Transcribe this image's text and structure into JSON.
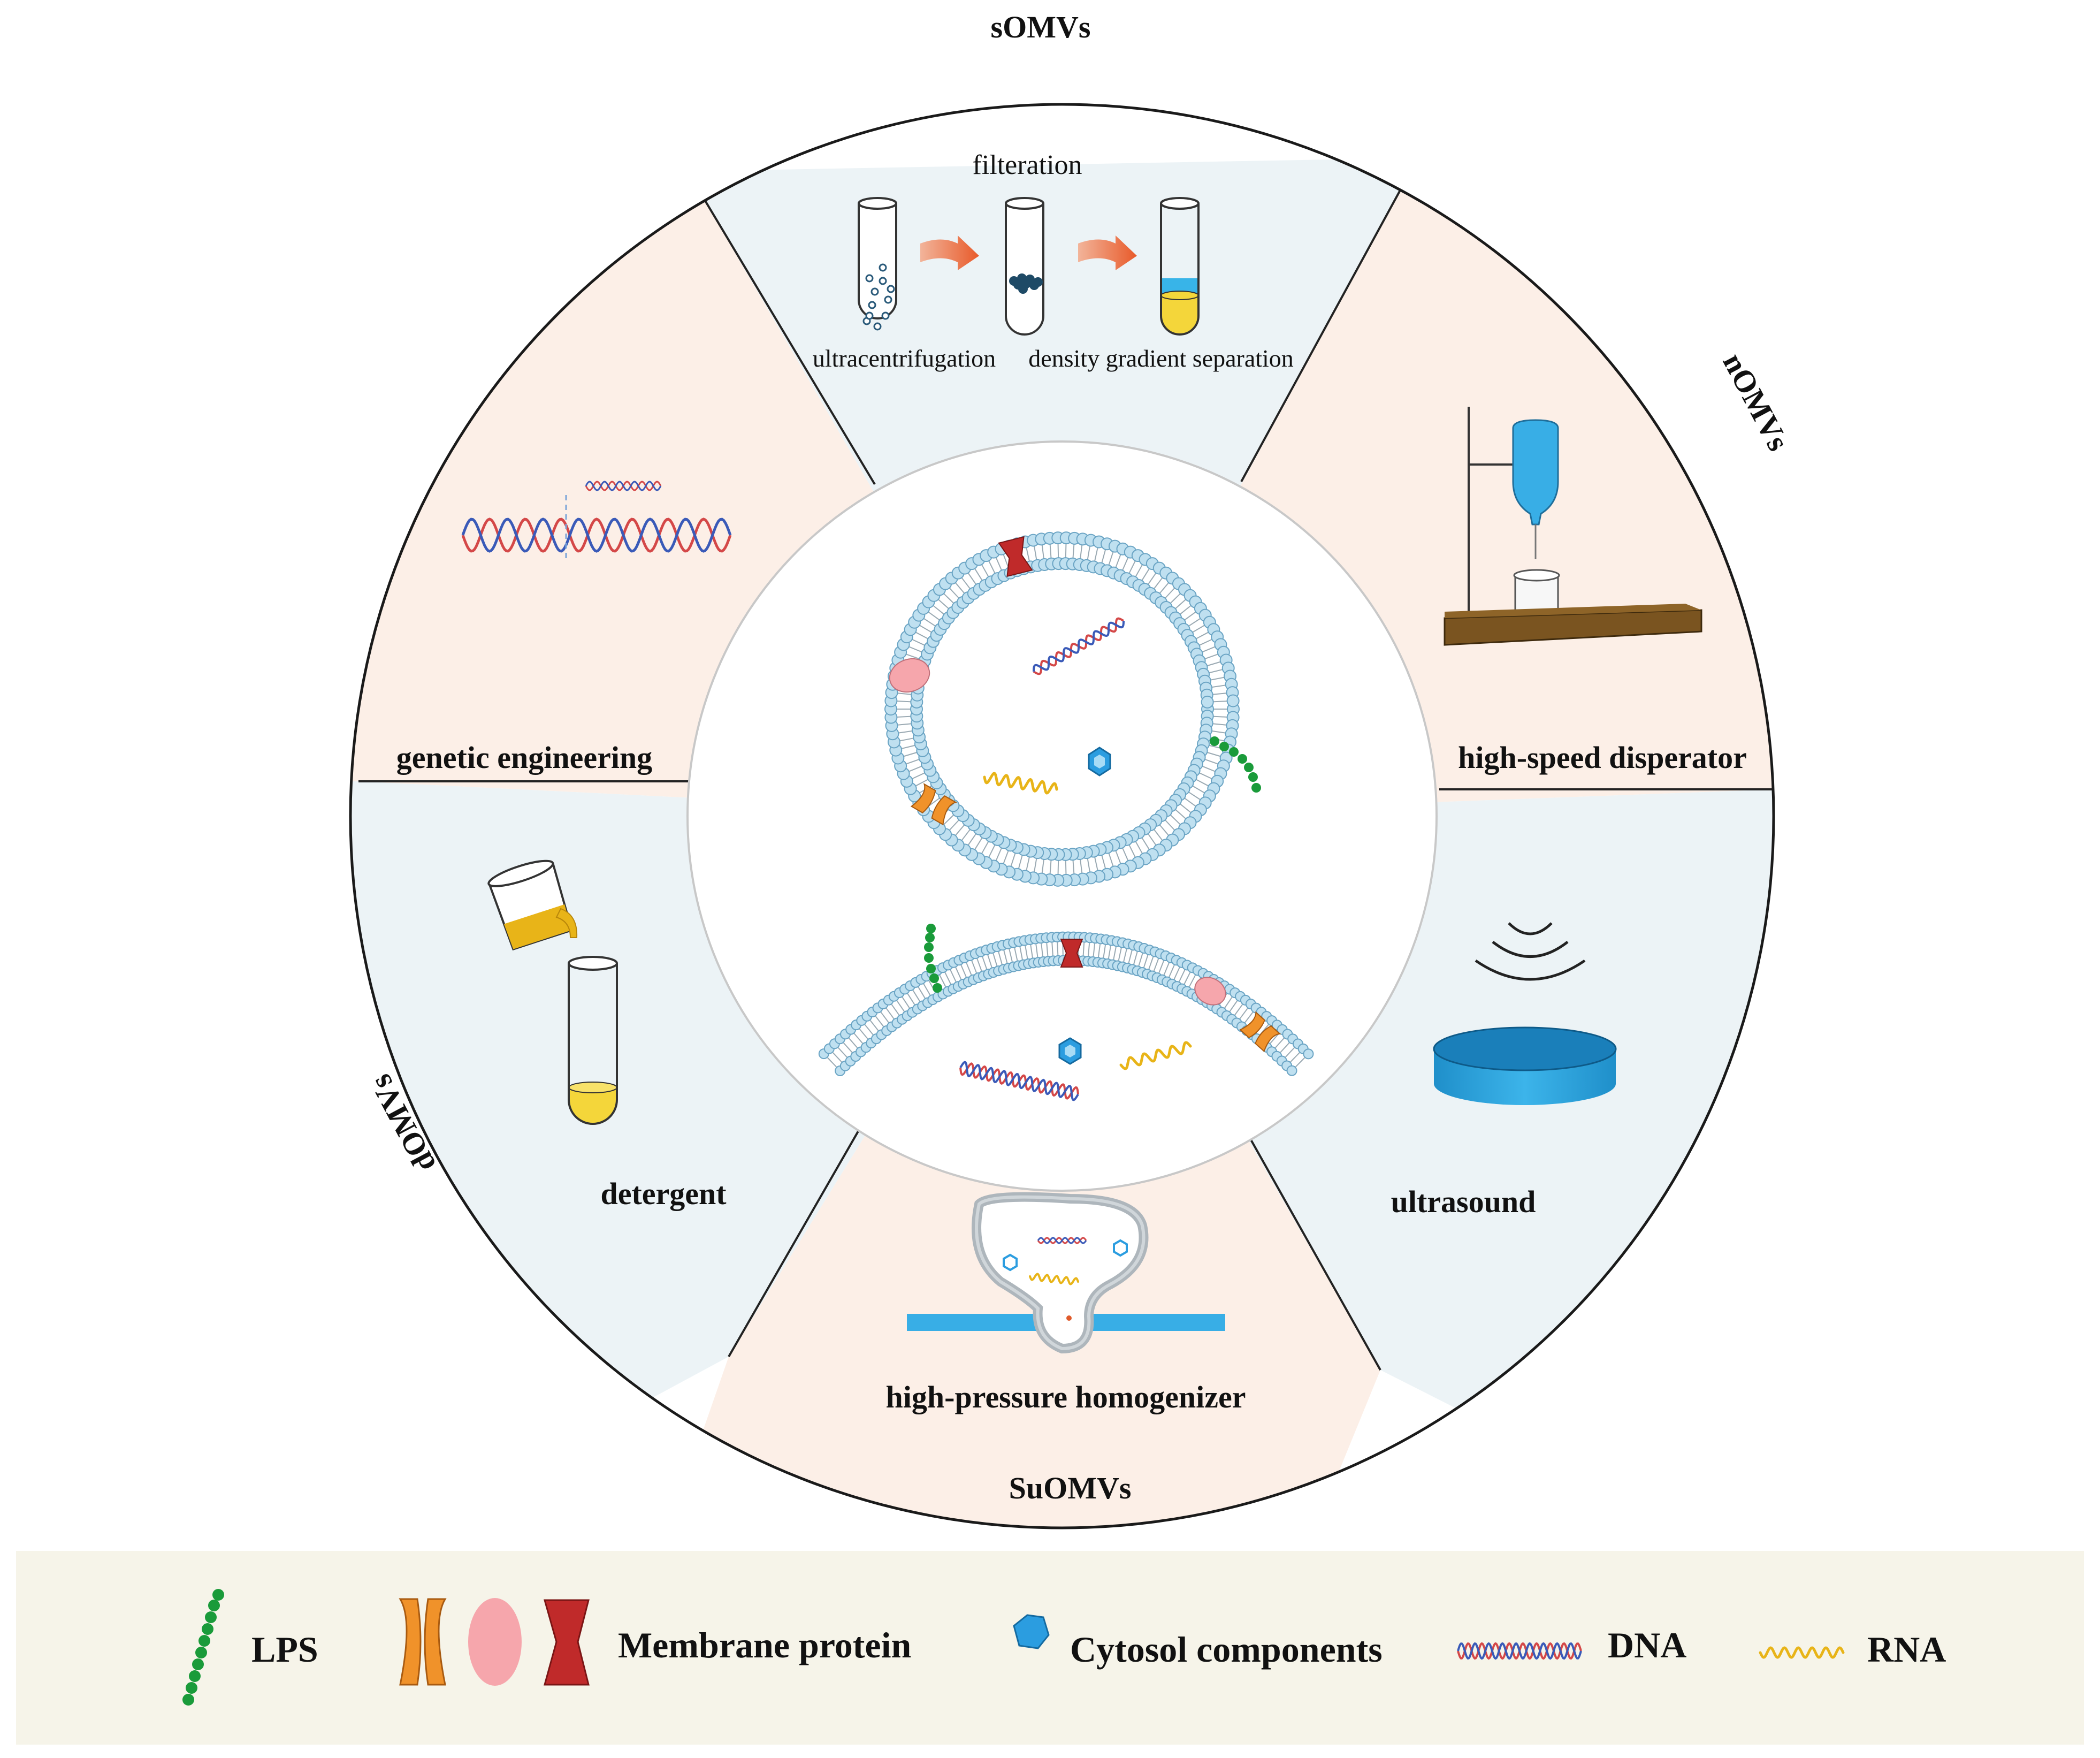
{
  "title_labels": {
    "top": "sOMVs",
    "right": "nOMVs",
    "left": "dOMVs",
    "bottom": "SuOMVs"
  },
  "sectors": {
    "filtration": "filteration",
    "ultracentrifugation": "ultracentrifugation",
    "density_gradient": "density gradient separation",
    "genetic_engineering": "genetic engineering",
    "high_speed": "high-speed disperator",
    "detergent": "detergent",
    "ultrasound": "ultrasound",
    "homogenizer": "high-pressure homogenizer"
  },
  "legend": {
    "lps": "LPS",
    "membrane_protein": "Membrane protein",
    "cytosol": "Cytosol components",
    "dna": "DNA",
    "rna": "RNA"
  },
  "colors": {
    "sector_pink": "#fcefe7",
    "sector_blue": "#ecf3f6",
    "legend_bg": "#f6f4e9",
    "lipid_head": "#bfe0f0",
    "lps_green": "#1a9b3a",
    "orange_protein": "#f0922a",
    "pink_protein": "#f6a6ac",
    "red_protein": "#c02a2a",
    "cytosol_blue": "#2b9de0",
    "rna_yellow": "#e8b418",
    "dna_red": "#d44848",
    "dna_blue": "#3a5ab8",
    "tube_yellow": "#f4d63a",
    "tube_blue": "#38b4e8"
  }
}
